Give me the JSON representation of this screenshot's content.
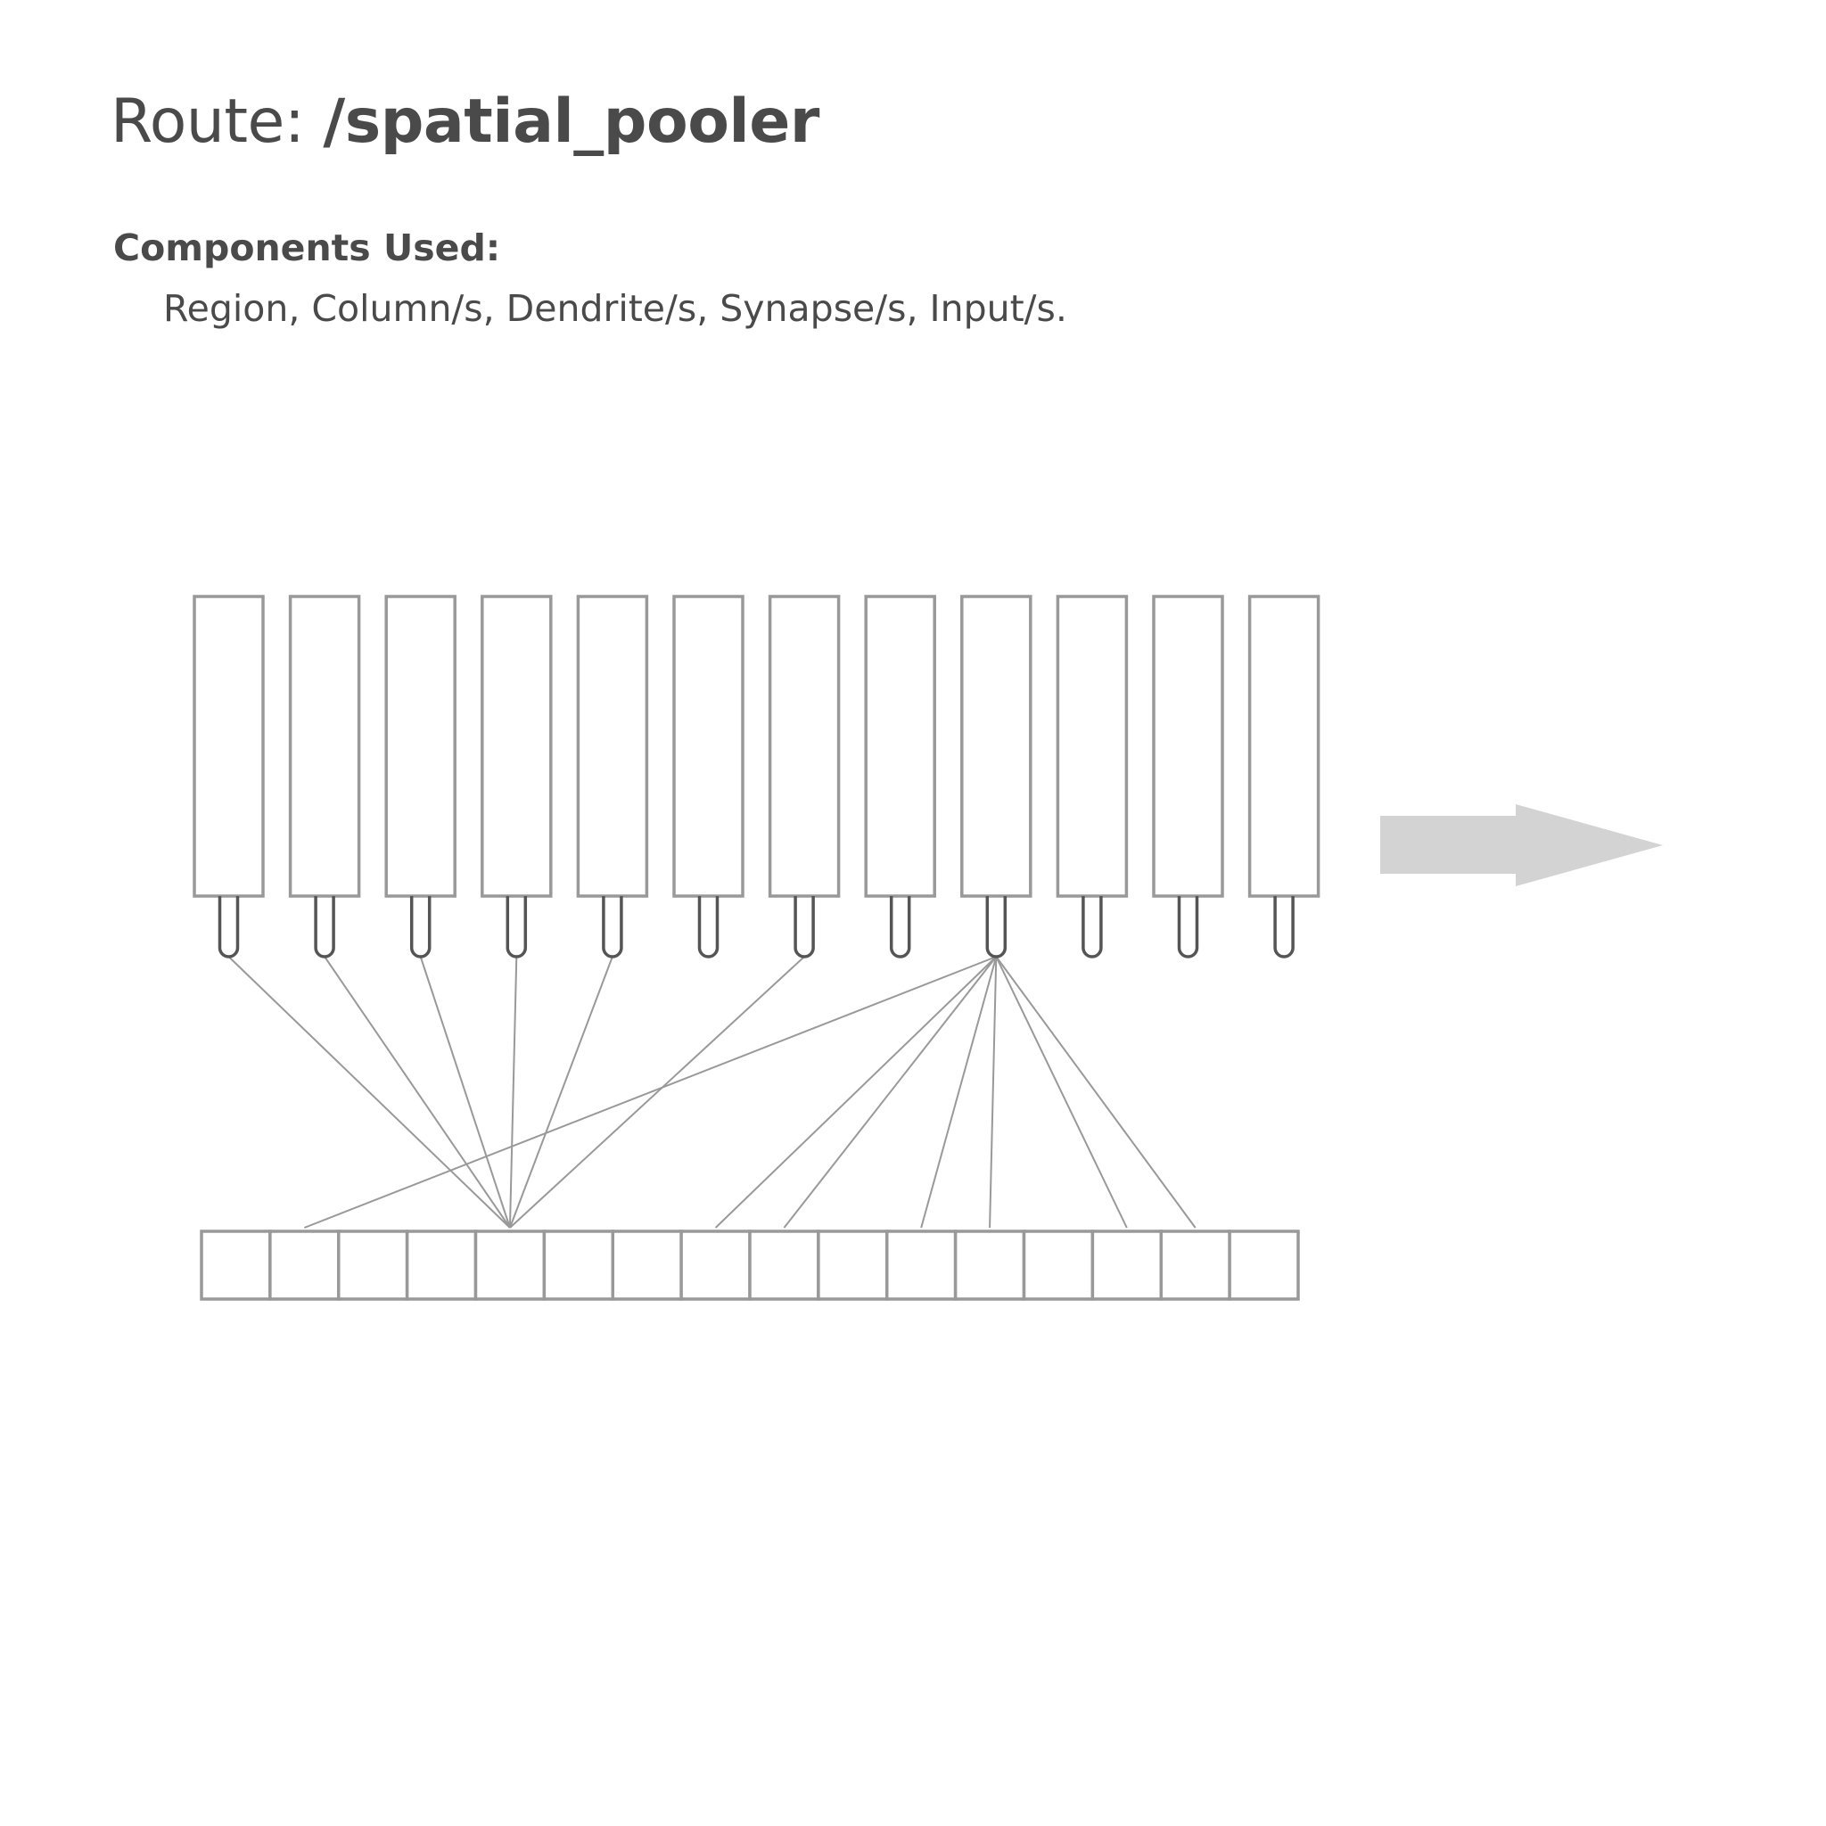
{
  "header": {
    "route_prefix": "Route: ",
    "route_name": "/spatial_pooler"
  },
  "components": {
    "heading": "Components Used:",
    "list": "Region, Column/s, Dendrite/s, Synapse/s, Input/s."
  },
  "diagram": {
    "column_count": 12,
    "input_cell_count": 16,
    "connections": [
      {
        "column": 0,
        "input": 4
      },
      {
        "column": 1,
        "input": 4
      },
      {
        "column": 2,
        "input": 4
      },
      {
        "column": 3,
        "input": 4
      },
      {
        "column": 4,
        "input": 4
      },
      {
        "column": 6,
        "input": 4
      },
      {
        "column": 8,
        "input": 1
      },
      {
        "column": 8,
        "input": 7
      },
      {
        "column": 8,
        "input": 8
      },
      {
        "column": 8,
        "input": 10
      },
      {
        "column": 8,
        "input": 11
      },
      {
        "column": 8,
        "input": 13
      },
      {
        "column": 8,
        "input": 14
      }
    ],
    "colors": {
      "stroke": "#999999",
      "dendrite": "#555555",
      "arrow": "#d3d3d3"
    }
  }
}
